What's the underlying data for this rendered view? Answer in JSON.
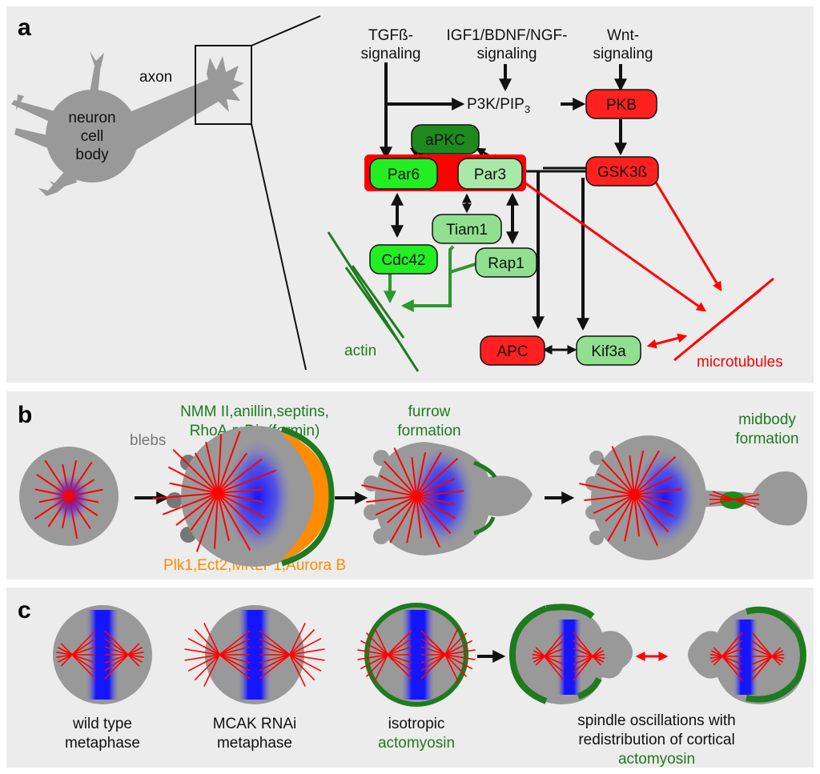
{
  "colors": {
    "panel_bg": "#ececec",
    "cell_gray": "#999999",
    "black": "#111111",
    "red": "#ff0000",
    "green": "#1e7b1e",
    "bright_green": "#22ee22",
    "dark_green": "#1e8a1e",
    "light_green": "#90e090",
    "orange": "#ff8c00",
    "blue": "#1010ff"
  },
  "panel_a": {
    "letter": "a",
    "neuron_label": [
      "neuron",
      "cell",
      "body"
    ],
    "axon_label": "axon",
    "tgfb": [
      "TGFß-",
      "signaling"
    ],
    "igf": [
      "IGF1/BDNF/NGF-",
      "signaling"
    ],
    "wnt": [
      "Wnt-",
      "signaling"
    ],
    "p3k": "P3K/PIP",
    "p3k_sub": "3",
    "nodes": {
      "pkb": "PKB",
      "gsk": "GSK3ß",
      "apkc": "aPKC",
      "par6": "Par6",
      "par3": "Par3",
      "tiam1": "Tiam1",
      "cdc42": "Cdc42",
      "rap1": "Rap1",
      "apc": "APC",
      "kif3a": "Kif3a"
    },
    "actin_label": "actin",
    "microtubules_label": "microtubules"
  },
  "panel_b": {
    "letter": "b",
    "green_label": [
      "NMM II,anillin,septins,",
      "RhoA,mDia(formin)"
    ],
    "blebs_label": "blebs",
    "furrow_label": [
      "furrow",
      "formation"
    ],
    "midbody_label": [
      "midbody",
      "formation"
    ],
    "orange_label": "Plk1,Ect2,MKLP1,Aurora B"
  },
  "panel_c": {
    "letter": "c",
    "wild_type": [
      "wild type",
      "metaphase"
    ],
    "mcak": [
      "MCAK RNAi",
      "metaphase"
    ],
    "isotropic": "isotropic",
    "isotropic_actomyosin": "actomyosin",
    "oscillations": [
      "spindle oscillations with",
      "redistribution of cortical"
    ],
    "oscillations_actomyosin": "actomyosin"
  }
}
